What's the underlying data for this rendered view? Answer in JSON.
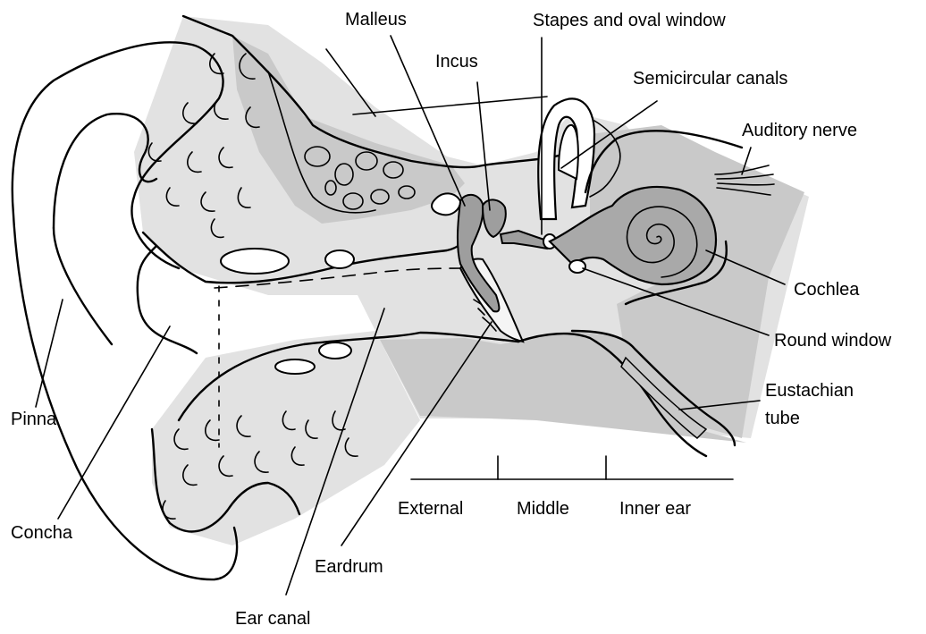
{
  "labels": {
    "malleus": "Malleus",
    "stapes": "Stapes and oval window",
    "incus": "Incus",
    "semicircular": "Semicircular canals",
    "auditory_nerve": "Auditory nerve",
    "cochlea": "Cochlea",
    "round_window": "Round window",
    "eustachian_line1": "Eustachian",
    "eustachian_line2": "tube",
    "pinna": "Pinna",
    "concha": "Concha",
    "eardrum": "Eardrum",
    "ear_canal": "Ear canal"
  },
  "sections": {
    "external": "External",
    "middle": "Middle",
    "inner": "Inner ear"
  },
  "colors": {
    "light_tissue": "#e2e2e2",
    "medium_tissue": "#c9c9c9",
    "ossicles": "#9e9e9e",
    "outline": "#000000"
  }
}
